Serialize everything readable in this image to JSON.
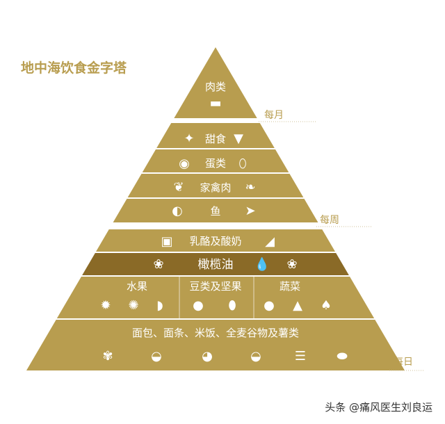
{
  "title": "地中海饮食金字塔",
  "colors": {
    "gold": "#b89d4f",
    "dark": "#8a6a27",
    "line": "#e6dcc0"
  },
  "frequency": {
    "monthly": "每月",
    "weekly": "每周",
    "daily": "每日"
  },
  "levels": {
    "meat": "肉类",
    "sweets": "甜食",
    "eggs": "蛋类",
    "poultry": "家禽肉",
    "fish": "鱼",
    "dairy": "乳酪及酸奶",
    "olive_oil": "橄榄油",
    "fruit": "水果",
    "beans_nuts": "豆类及坚果",
    "vegetables": "蔬菜",
    "grains": "面包、面条、米饭、全麦谷物及薯类"
  },
  "watermark": "头条 @痛风医生刘良运"
}
